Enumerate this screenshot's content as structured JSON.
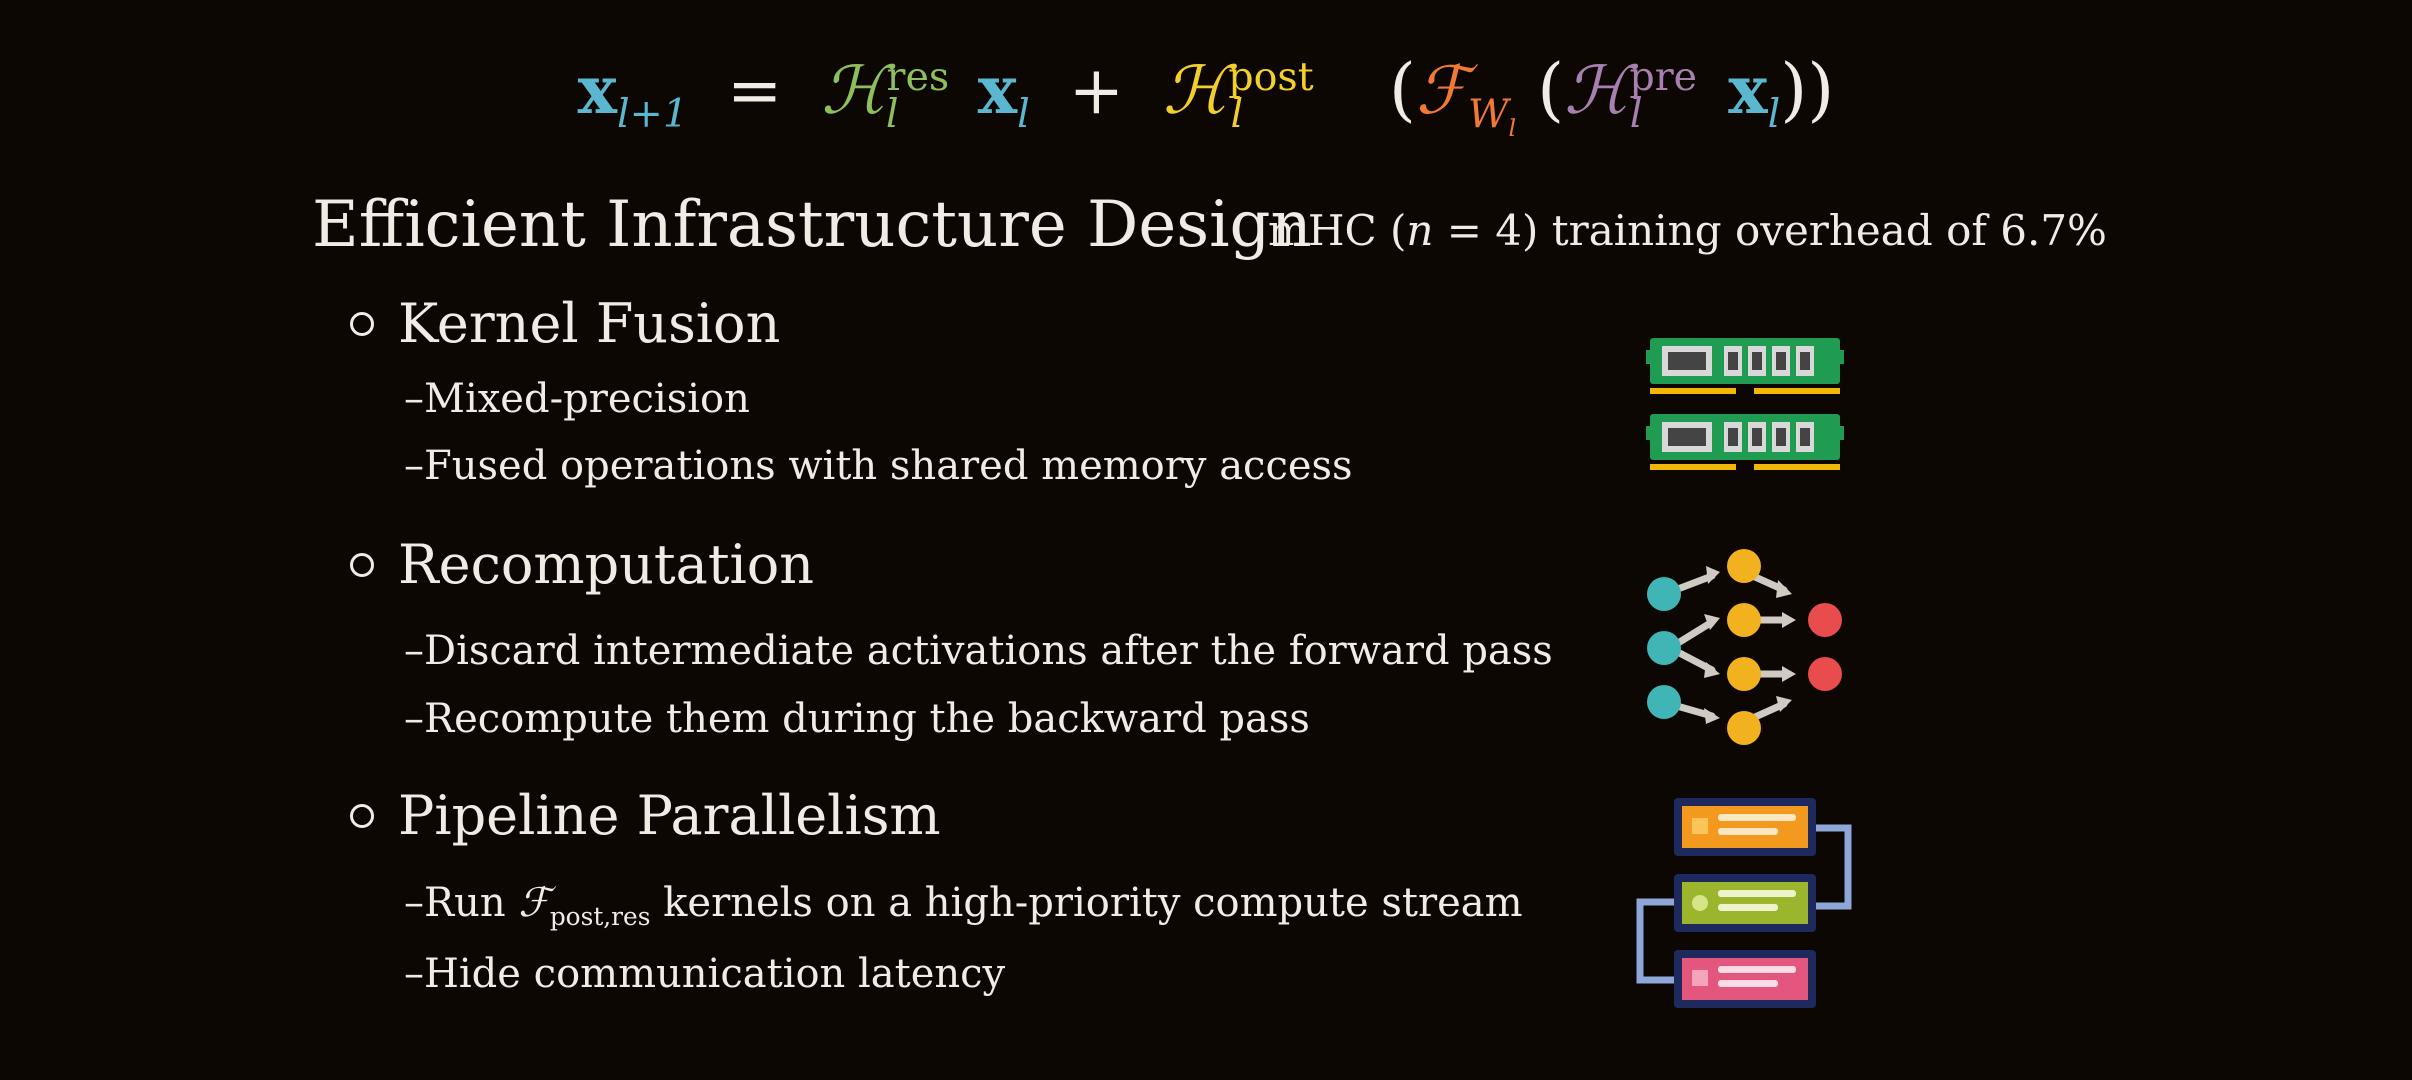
{
  "equation": {
    "lhs_var": "x",
    "lhs_sub": "l+1",
    "equals": "=",
    "h_res": "ℋ",
    "h_res_sup": "res",
    "h_res_sub": "l",
    "x_res": "x",
    "x_res_sub": "l",
    "plus": "+",
    "h_post": "ℋ",
    "h_post_sup": "post",
    "h_post_sub": "l",
    "lparen1": "(",
    "f": "ℱ",
    "f_sub_w": "W",
    "f_sub_l": "l",
    "lparen2": "(",
    "h_pre": "ℋ",
    "h_pre_sup": "pre",
    "h_pre_sub": "l",
    "x_pre": "x",
    "x_pre_sub": "l",
    "rparens": "))",
    "colors": {
      "x": "#5bb6cf",
      "h_res": "#8fbf5a",
      "h_post": "#f3cf2a",
      "f": "#ef7a36",
      "h_pre": "#a77fb0",
      "text": "#f1ebe3"
    }
  },
  "title": "Efficient Infrastructure Design",
  "overhead": {
    "prefix": "mHC (",
    "n": "n",
    "mid": " = 4) training overhead of 6.7%"
  },
  "sections": [
    {
      "heading": "Kernel Fusion",
      "items": [
        "–Mixed-precision",
        "–Fused operations with shared memory access"
      ],
      "icon": "memory-ram-icon"
    },
    {
      "heading": "Recomputation",
      "items": [
        "–Discard intermediate activations after the forward pass",
        "–Recompute them during the backward pass"
      ],
      "icon": "graph-network-icon"
    },
    {
      "heading": "Pipeline Parallelism",
      "items": [
        {
          "prefix": "–Run ",
          "f": "ℱ",
          "f_sub": "post,res",
          "suffix": " kernels on a high-priority compute stream"
        },
        "–Hide communication latency"
      ],
      "icon": "server-stack-icon"
    }
  ]
}
